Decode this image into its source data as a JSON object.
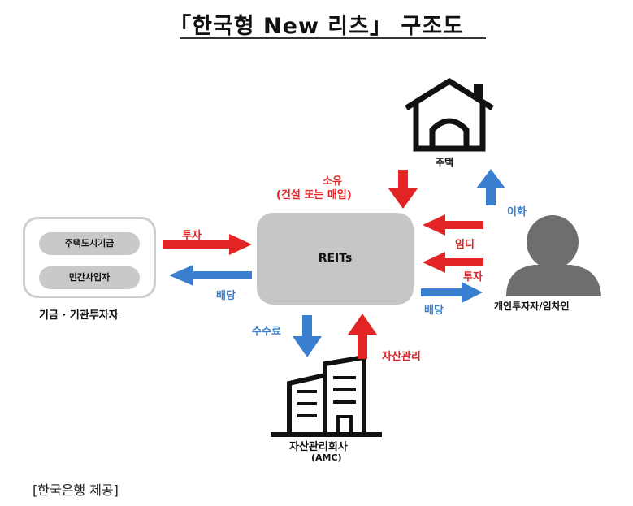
{
  "title": "「한국형 New 리츠」 구조도",
  "investors": {
    "items": [
      "주택도시기금",
      "민간사업자"
    ],
    "caption": "기금 · 기관투자자"
  },
  "reits": {
    "label": "REITs"
  },
  "house": {
    "caption": "주택"
  },
  "person": {
    "caption": "개인투자자/임차인"
  },
  "amc": {
    "caption": "자산관리회사",
    "sub": "(AMC)"
  },
  "arrows": {
    "invest_left": "투자",
    "dividend_left": "배당",
    "ownership": "소유",
    "ownership_sub": "(건설 또는 매입)",
    "move_in": "이화",
    "rent": "임디",
    "invest_right": "투자",
    "dividend_right": "배당",
    "fee": "수수료",
    "asset_mgmt": "자산관리"
  },
  "colors": {
    "red": "#e32424",
    "blue": "#3a7fcf",
    "box_gray": "#c6c6c6",
    "icon_dark": "#111111",
    "person_gray": "#6e6e6e"
  },
  "footer": "[한국은행 제공]"
}
